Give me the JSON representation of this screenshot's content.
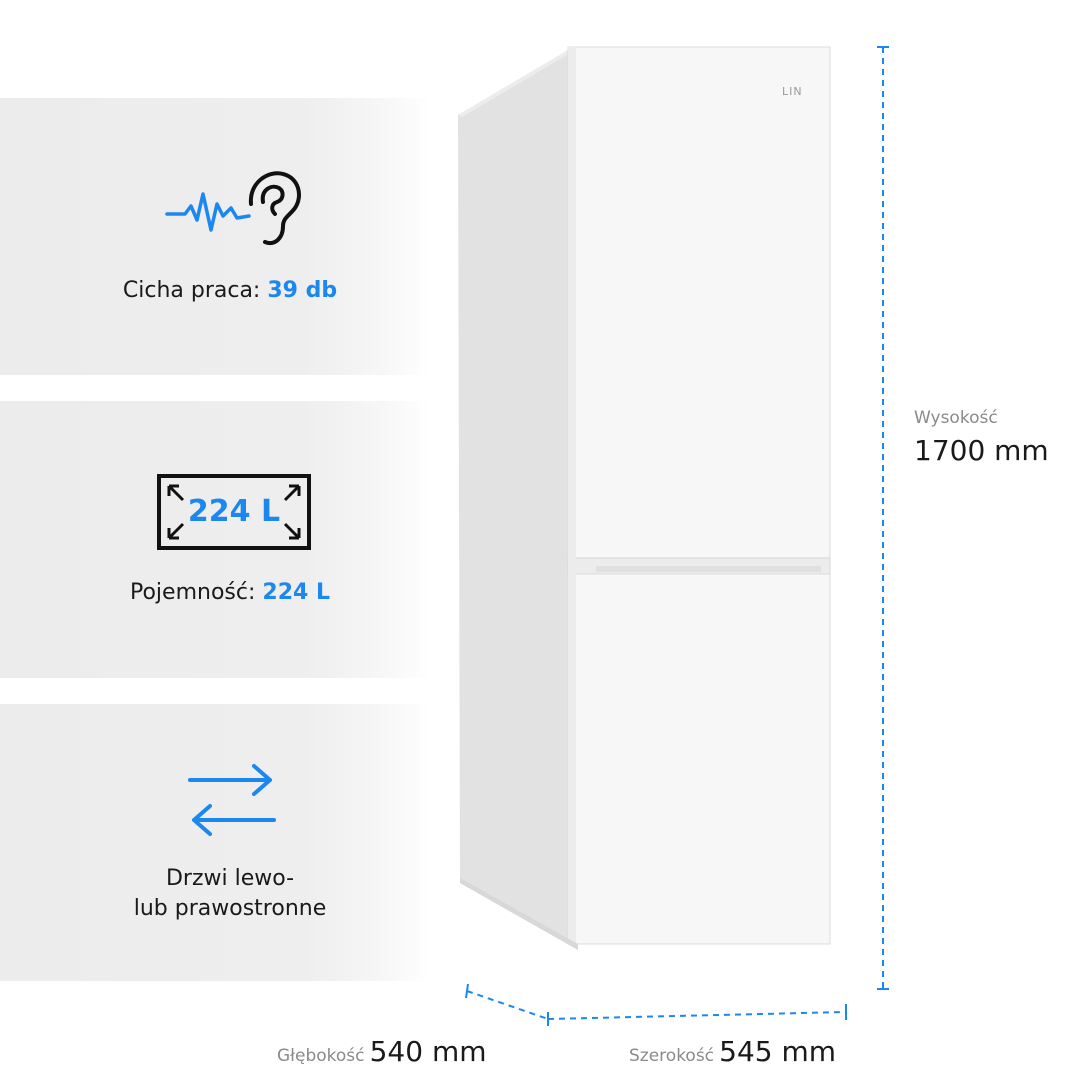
{
  "features": {
    "noise": {
      "label": "Cicha praca:",
      "value": "39 db",
      "icon": "ear-sound-wave-icon"
    },
    "capacity": {
      "icon_text": "224 L",
      "label": "Pojemność:",
      "value": "224 L",
      "icon": "expand-box-icon"
    },
    "doors": {
      "line1": "Drzwi lewo-",
      "line2": "lub prawostronne",
      "icon": "swap-arrows-icon"
    }
  },
  "dimensions": {
    "height": {
      "label": "Wysokość",
      "value": "1700 mm"
    },
    "depth": {
      "label": "Głębokość",
      "value": "540 mm"
    },
    "width": {
      "label": "Szerokość",
      "value": "545 mm"
    }
  },
  "product": {
    "brand": "LIN"
  },
  "colors": {
    "accent": "#1d87f0",
    "panel": "#ececec"
  }
}
